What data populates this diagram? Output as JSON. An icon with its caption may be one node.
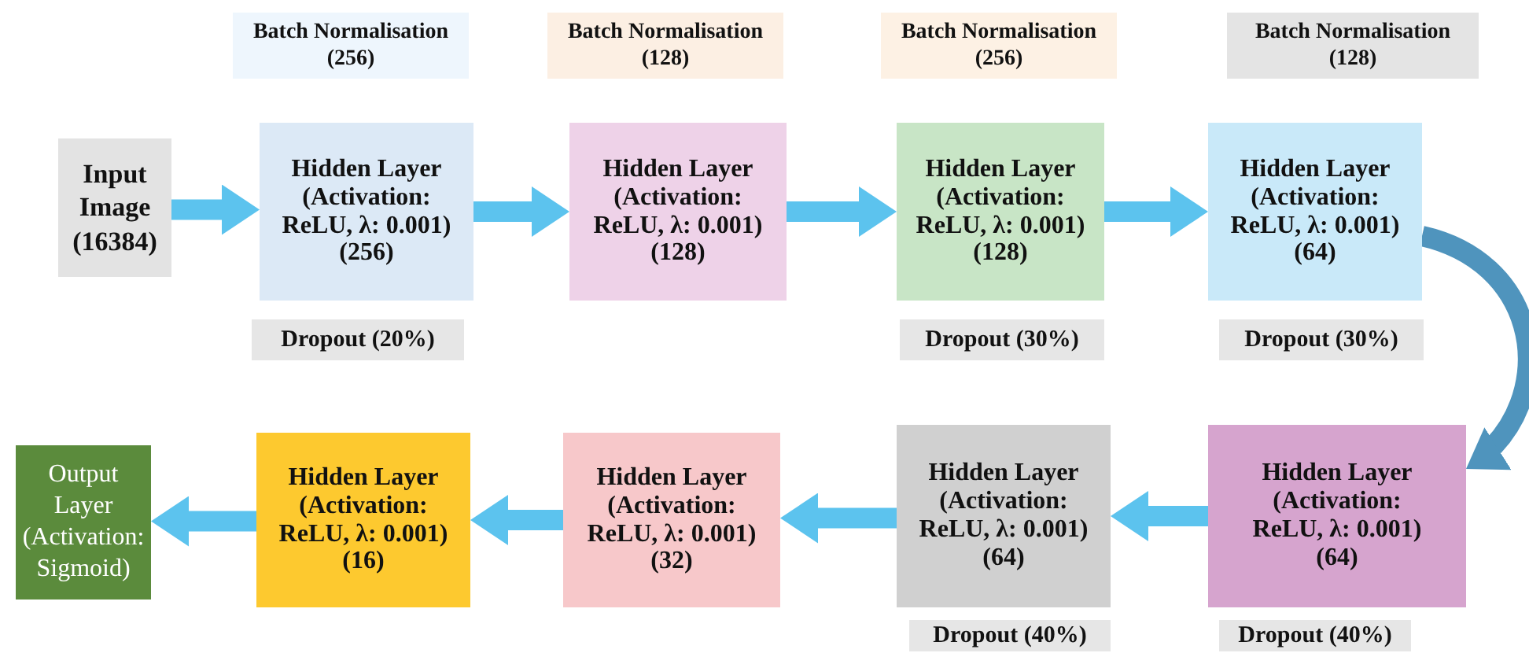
{
  "diagram": {
    "nodes": [
      {
        "text": [
          "Input Image (16384)"
        ]
      },
      {
        "text": [
          "Batch Normalisation (256)"
        ]
      },
      {
        "text": [
          "Hidden Layer",
          "(Activation: ReLU, λ: 0.001)",
          "(256)"
        ]
      },
      {
        "text": [
          "Dropout (20%)"
        ]
      },
      {
        "text": [
          "Batch Normalisation (128)"
        ]
      },
      {
        "text": [
          "Hidden Layer",
          "(Activation: ReLU, λ: 0.001)",
          "(128)"
        ]
      },
      {
        "text": [
          "Batch Normalisation (256)"
        ]
      },
      {
        "text": [
          "Hidden Layer",
          "(Activation: ReLU, λ: 0.001)",
          "(128)"
        ]
      },
      {
        "text": [
          "Dropout (30%)"
        ]
      },
      {
        "text": [
          "Batch Normalisation (128)"
        ]
      },
      {
        "text": [
          "Hidden Layer",
          "(Activation: ReLU, λ: 0.001)",
          "(64)"
        ]
      },
      {
        "text": [
          "Dropout (30%)"
        ]
      },
      {
        "text": [
          "Hidden Layer",
          "(Activation: ReLU, λ: 0.001)",
          "(64)"
        ]
      },
      {
        "text": [
          "Dropout (40%)"
        ]
      },
      {
        "text": [
          "Hidden Layer",
          "(Activation: ReLU, λ: 0.001)",
          "(64)"
        ]
      },
      {
        "text": [
          "Dropout (40%)"
        ]
      },
      {
        "text": [
          "Hidden Layer",
          "(Activation: ReLU, λ: 0.001)",
          "(32)"
        ]
      },
      {
        "text": [
          "Hidden Layer",
          "(Activation: ReLU, λ: 0.001)",
          "(16)"
        ]
      },
      {
        "text": [
          "Output Layer (Activation: Sigmoid)"
        ]
      }
    ],
    "edges": [
      {
        "from": 0,
        "to": 2,
        "arrow": "to"
      },
      {
        "from": 2,
        "to": 5,
        "arrow": "to"
      },
      {
        "from": 5,
        "to": 7,
        "arrow": "to"
      },
      {
        "from": 7,
        "to": 10,
        "arrow": "to"
      },
      {
        "from": 10,
        "to": 12,
        "arrow": "to",
        "color": "#4f94bd"
      },
      {
        "from": 12,
        "to": 14,
        "arrow": "to"
      },
      {
        "from": 14,
        "to": 16,
        "arrow": "to"
      },
      {
        "from": 16,
        "to": 17,
        "arrow": "to"
      },
      {
        "from": 17,
        "to": 18,
        "arrow": "to"
      }
    ]
  }
}
